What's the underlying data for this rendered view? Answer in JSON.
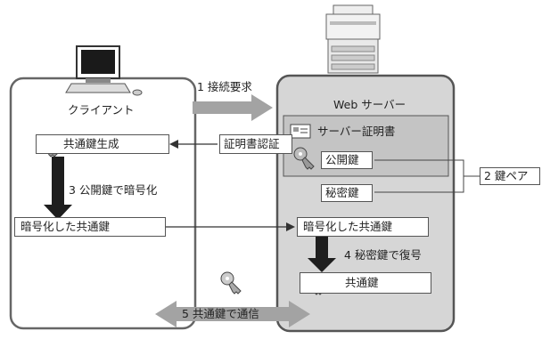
{
  "client": {
    "label": "クライアント",
    "gen_box": "共通鍵生成",
    "encrypted_box": "暗号化した共通鍵"
  },
  "server": {
    "label": "Web サーバー",
    "cert_label": "サーバー証明書",
    "public_key": "公開鍵",
    "private_key": "秘密鍵",
    "encrypted_box": "暗号化した共通鍵",
    "common_key": "共通鍵"
  },
  "steps": {
    "s1": "1  接続要求",
    "cert_auth": "証明書認証",
    "s2": "2  鍵ペア",
    "s3": "3  公開鍵で暗号化",
    "s4": "4  秘密鍵で復号",
    "s5": "5  共通鍵で通信"
  },
  "colors": {
    "panel_stroke": "#666666",
    "server_fill": "#d6d6d6",
    "arrow_gray": "#a3a3a3",
    "arrow_dark": "#1e1e1e"
  },
  "icons": [
    "computer-icon",
    "printer-server-icon",
    "key-icon",
    "certificate-icon"
  ]
}
